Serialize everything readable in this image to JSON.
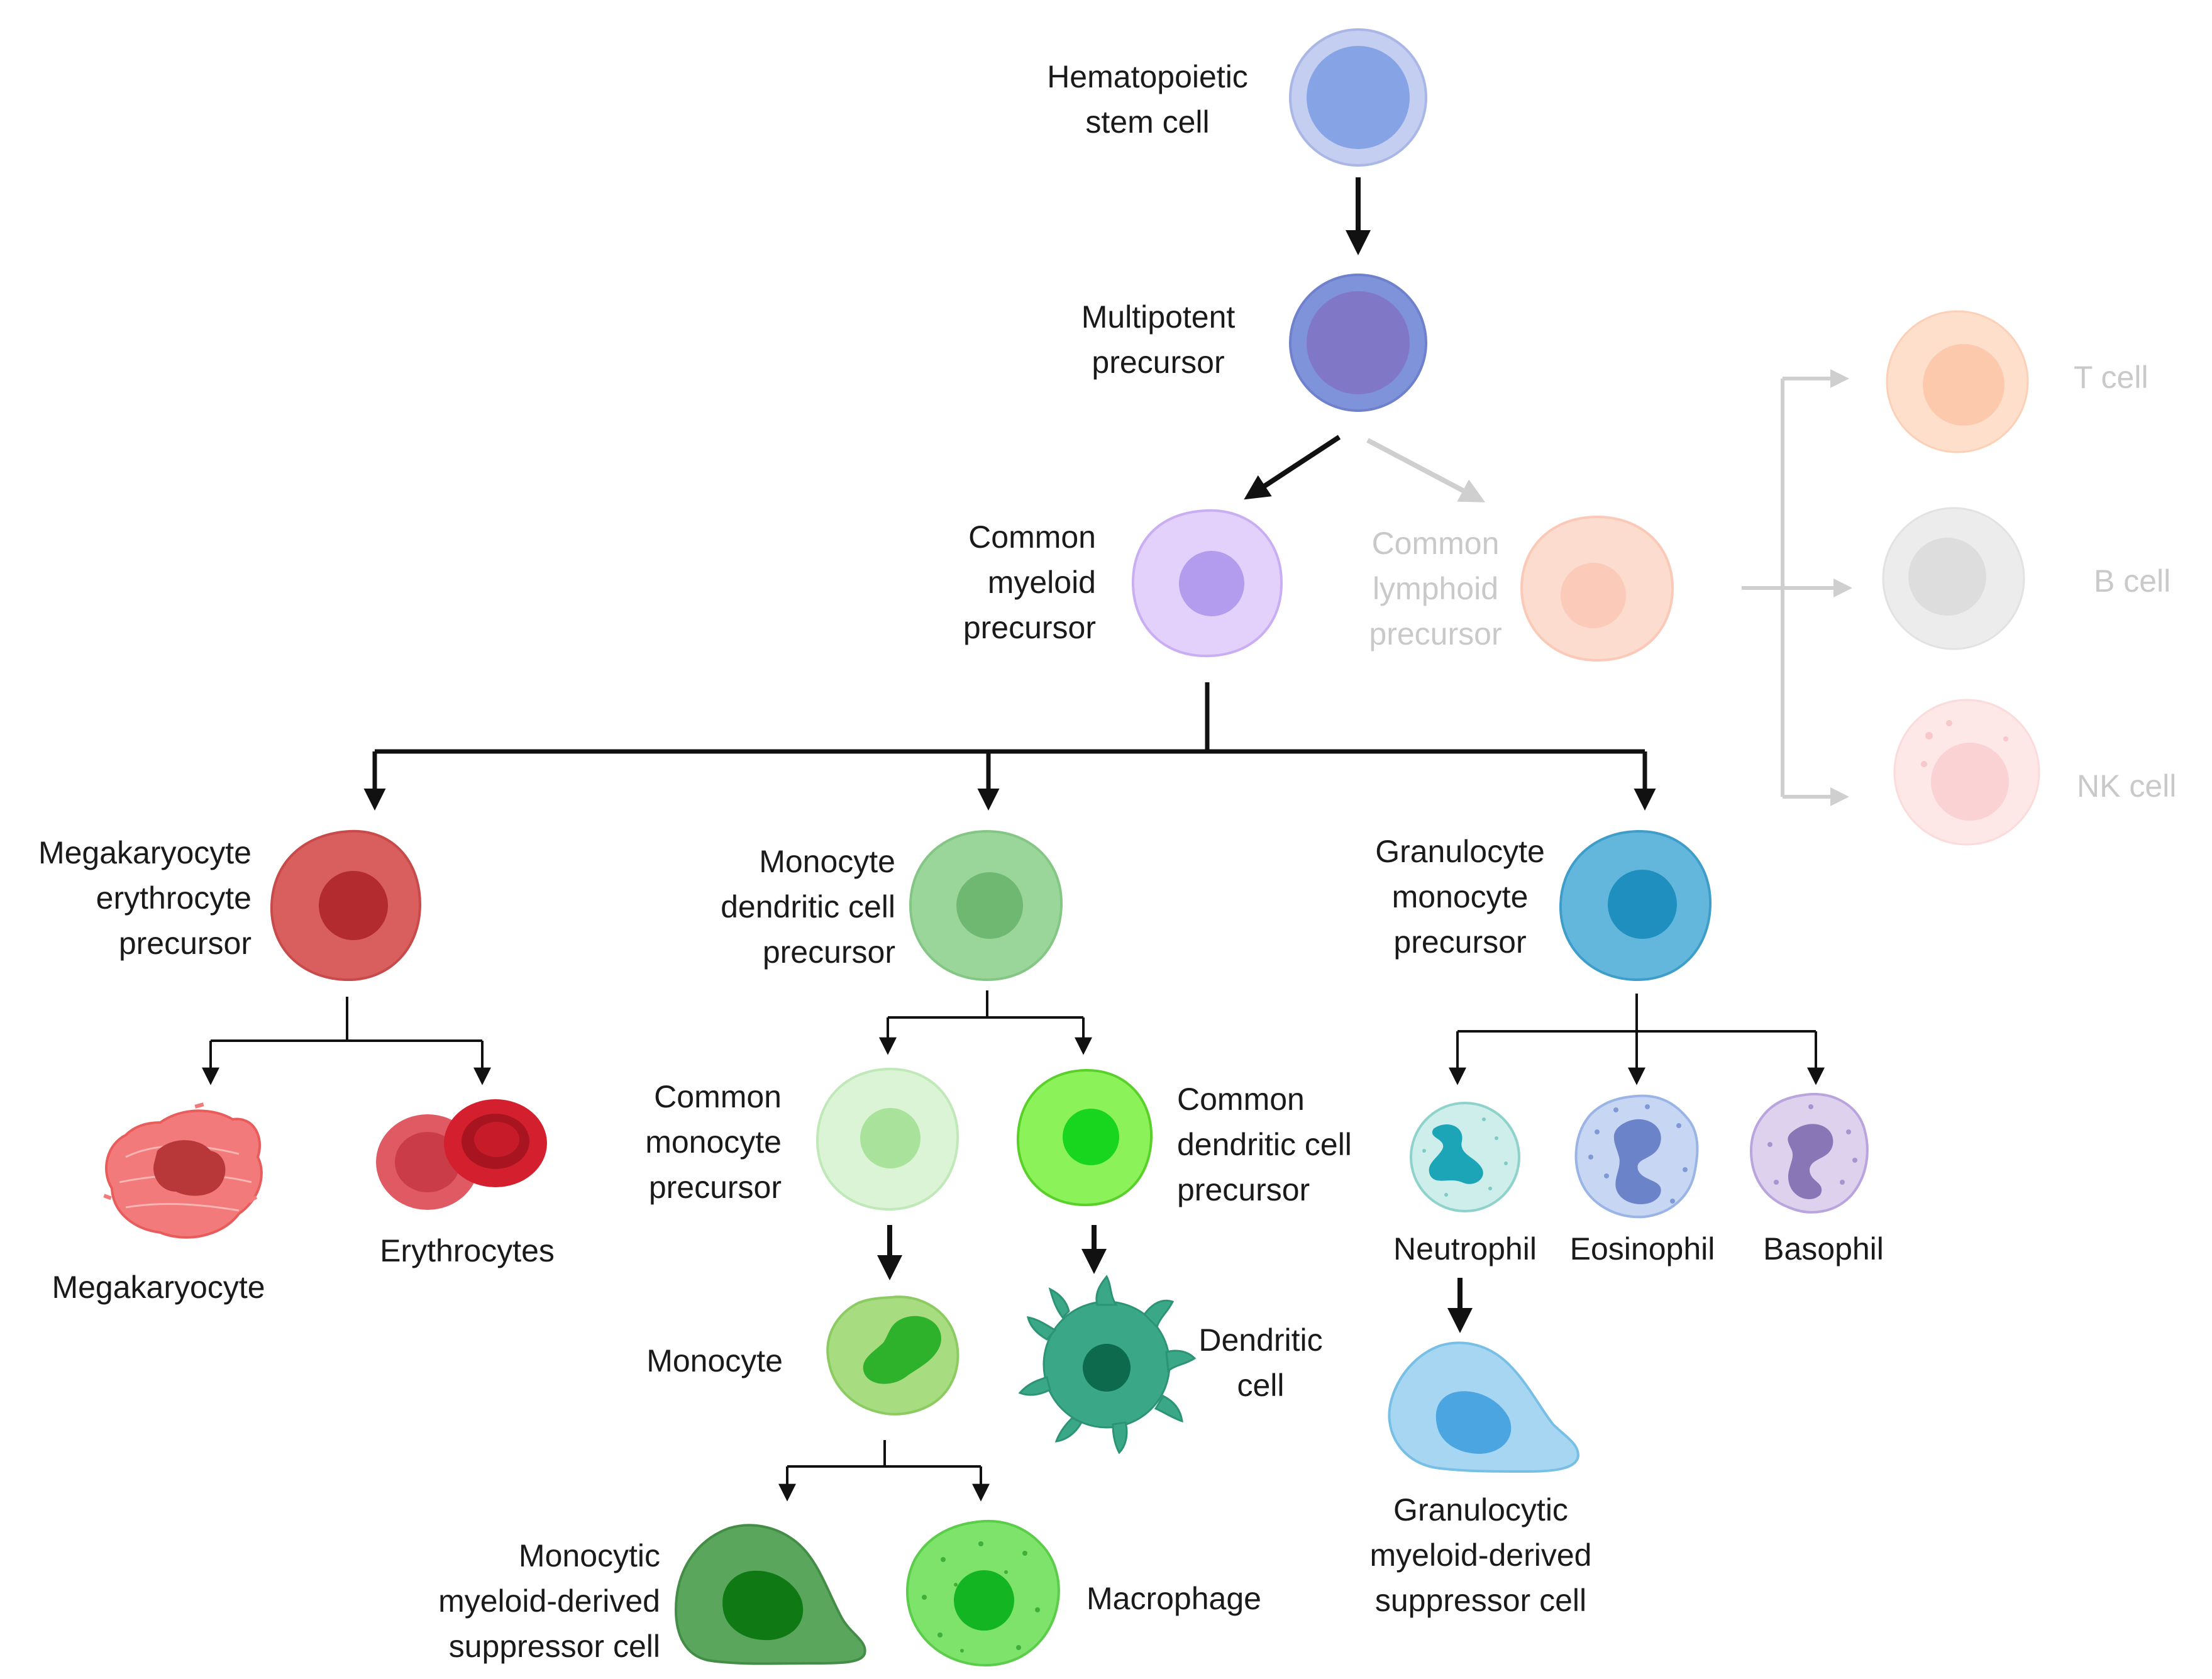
{
  "colors": {
    "arrow": "#111111",
    "arrow_faded": "#cfcfcf",
    "hsc": "#8aa6e6",
    "mpp": "#8077c7",
    "cmp": "#dcc7fa",
    "clp": "#fcd9cc",
    "t_cell": "#fdd8c4",
    "b_cell": "#e3e3e3",
    "nk_cell": "#fbe1e1",
    "mep": "#d95e5e",
    "mdp": "#96d497",
    "gmp": "#5cb4da",
    "cmop": "#d9f3d4",
    "cdp": "#8af257",
    "megakaryocyte": "#f27a7a",
    "erythrocyte": "#d42a36",
    "monocyte": "#a8db7f",
    "dendritic": "#3aa886",
    "mmdsc": "#5aa65c",
    "macrophage": "#7ee36a",
    "neutrophil": "#c6ece8",
    "eosinophil": "#c3d3f0",
    "basophil": "#ddd0ec",
    "gmdsc": "#a3d4f0"
  },
  "labels": {
    "hsc": [
      "Hematopoietic",
      "stem cell"
    ],
    "mpp": [
      "Multipotent",
      "precursor"
    ],
    "cmp": [
      "Common",
      "myeloid",
      "precursor"
    ],
    "clp": [
      "Common",
      "lymphoid",
      "precursor"
    ],
    "t_cell": [
      "T cell"
    ],
    "b_cell": [
      "B cell"
    ],
    "nk_cell": [
      "NK cell"
    ],
    "mep": [
      "Megakaryocyte",
      "erythrocyte",
      "precursor"
    ],
    "mdp": [
      "Monocyte",
      "dendritic cell",
      "precursor"
    ],
    "gmp": [
      "Granulocyte",
      "monocyte",
      "precursor"
    ],
    "megakaryocyte": [
      "Megakaryocyte"
    ],
    "erythrocytes": [
      "Erythrocytes"
    ],
    "cmop": [
      "Common",
      "monocyte",
      "precursor"
    ],
    "cdp": [
      "Common",
      "dendritic cell",
      "precursor"
    ],
    "neutrophil": [
      "Neutrophil"
    ],
    "eosinophil": [
      "Eosinophil"
    ],
    "basophil": [
      "Basophil"
    ],
    "monocyte": [
      "Monocyte"
    ],
    "dendritic": [
      "Dendritic",
      "cell"
    ],
    "gmdsc": [
      "Granulocytic",
      "myeloid-derived",
      "suppressor cell"
    ],
    "mmdsc": [
      "Monocytic",
      "myeloid-derived",
      "suppressor cell"
    ],
    "macrophage": [
      "Macrophage"
    ]
  }
}
